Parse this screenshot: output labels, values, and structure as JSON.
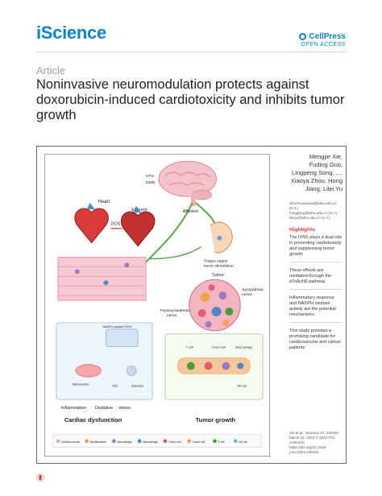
{
  "header": {
    "journal": "iScience",
    "publisher": "CellPress",
    "access": "OPEN ACCESS"
  },
  "article": {
    "label": "Article",
    "title": "Noninvasive neuromodulation protects against doxorubicin-induced cardiotoxicity and inhibits tumor growth"
  },
  "sidebar": {
    "authors": "Mengjie Xie, Fuding Guo, Lingpeng Song, ..., Xiaoya Zhou, Hong Jiang, Lilei Yu",
    "correspondence": [
      "whuzhouxiaoya@whu.edu.cn",
      "(X.Z.)",
      "hongjiang@whu.edu.cn (H.J.)",
      "lileiyu@whu.edu.cn (L.Y.)"
    ],
    "highlights_title": "Highlights",
    "highlights": [
      "The tVNS plays a dual role in preventing cardiotoxicity and suppressing tumor growth",
      "These effects are mediated through the α7nAchR pathway",
      "Inflammatory response and NADPH oxidase activity are the potential mechanisms",
      "This study provides a promising candidate for cardiovascular and cancer patients"
    ],
    "citation": [
      "Xie et al., iScience 27, 109163",
      "March 15, 2024 © 2024 The",
      "Author(s).",
      "https://doi.org/10.1016/",
      "j.isci.2024.109163"
    ]
  },
  "graphical_abstract": {
    "labels": {
      "nts": "NTS",
      "dmn": "DMN",
      "efferent": "Efferent",
      "afferent": "Afferent",
      "heart": "Heart",
      "dox": "DOX",
      "tragus": "Tragus vagus",
      "tragus2": "nerve stimulation",
      "tumor": "Tumor",
      "sympathetic": "Sympathetic",
      "sympathetic2": "nerve",
      "parasympathetic": "Parasympathetic",
      "parasympathetic2": "nerve",
      "nadph": "NADPH oxidase NOX2",
      "mitochondria": "Mitochondria",
      "nrf2": "Nrf2",
      "activated": "Activated",
      "tcell": "T cell",
      "tumorcell": "Tumor cell",
      "macrophage": "Macrophage",
      "nkcell": "NK cell",
      "inflammation": "Inflammation",
      "oxidative": "Oxidative",
      "stress": "stress",
      "cardiac": "Cardiac dysfunction",
      "tumor_growth": "Tumor growth"
    },
    "legend": [
      "Cardiac muscle",
      "Myofibroblast",
      "Macrophage",
      "Macrophage",
      "Tumor cell",
      "Tumor cell",
      "T cell",
      "NK cell"
    ],
    "colors": {
      "pink": "#f3a3b6",
      "red": "#d93b3b",
      "blue": "#4a89c8",
      "green": "#4c9b3c",
      "purple": "#9b7bc2",
      "orange": "#f0a44a"
    }
  }
}
